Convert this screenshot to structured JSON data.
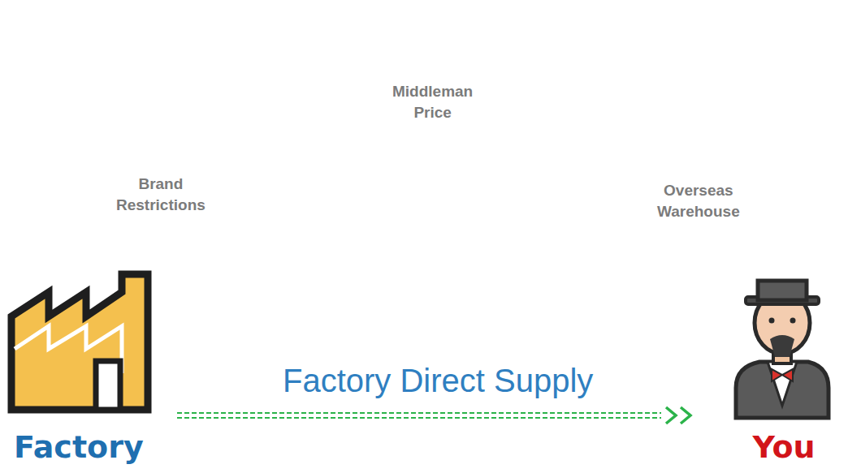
{
  "diagram": {
    "nodes": [
      {
        "text": [
          "Factory"
        ]
      },
      {
        "text": [
          "Brand Restrictions",
          "Middleman Price",
          "Overseas Warehouse"
        ]
      },
      {
        "text": [
          "You"
        ]
      }
    ],
    "edges": [
      {
        "from": 0,
        "to": 2,
        "arrow": "to",
        "label": "Factory Direct Supply"
      }
    ]
  }
}
